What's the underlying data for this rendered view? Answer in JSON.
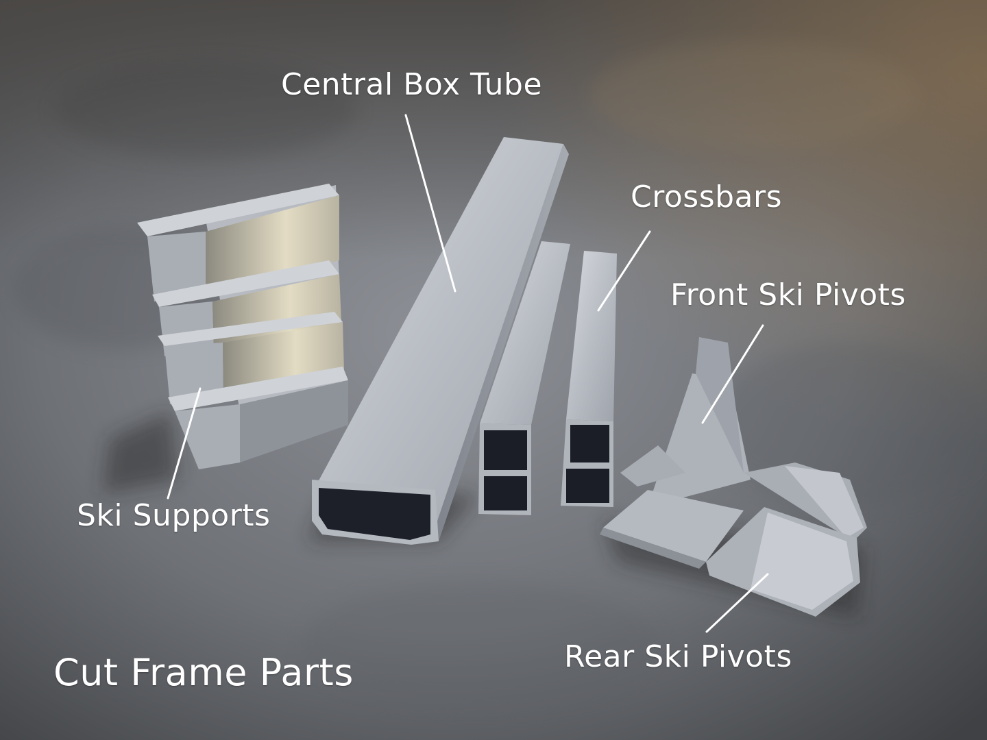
{
  "labels": {
    "central_box_tube": "Central Box Tube",
    "crossbars": "Crossbars",
    "front_ski_pivots": "Front Ski Pivots",
    "ski_supports": "Ski Supports",
    "rear_ski_pivots": "Rear Ski Pivots",
    "caption": "Cut Frame Parts"
  },
  "colors": {
    "label_text": "#ffffff",
    "leader_line": "#ffffff",
    "concrete": "#707276",
    "aluminum": "#c9ccd1"
  }
}
